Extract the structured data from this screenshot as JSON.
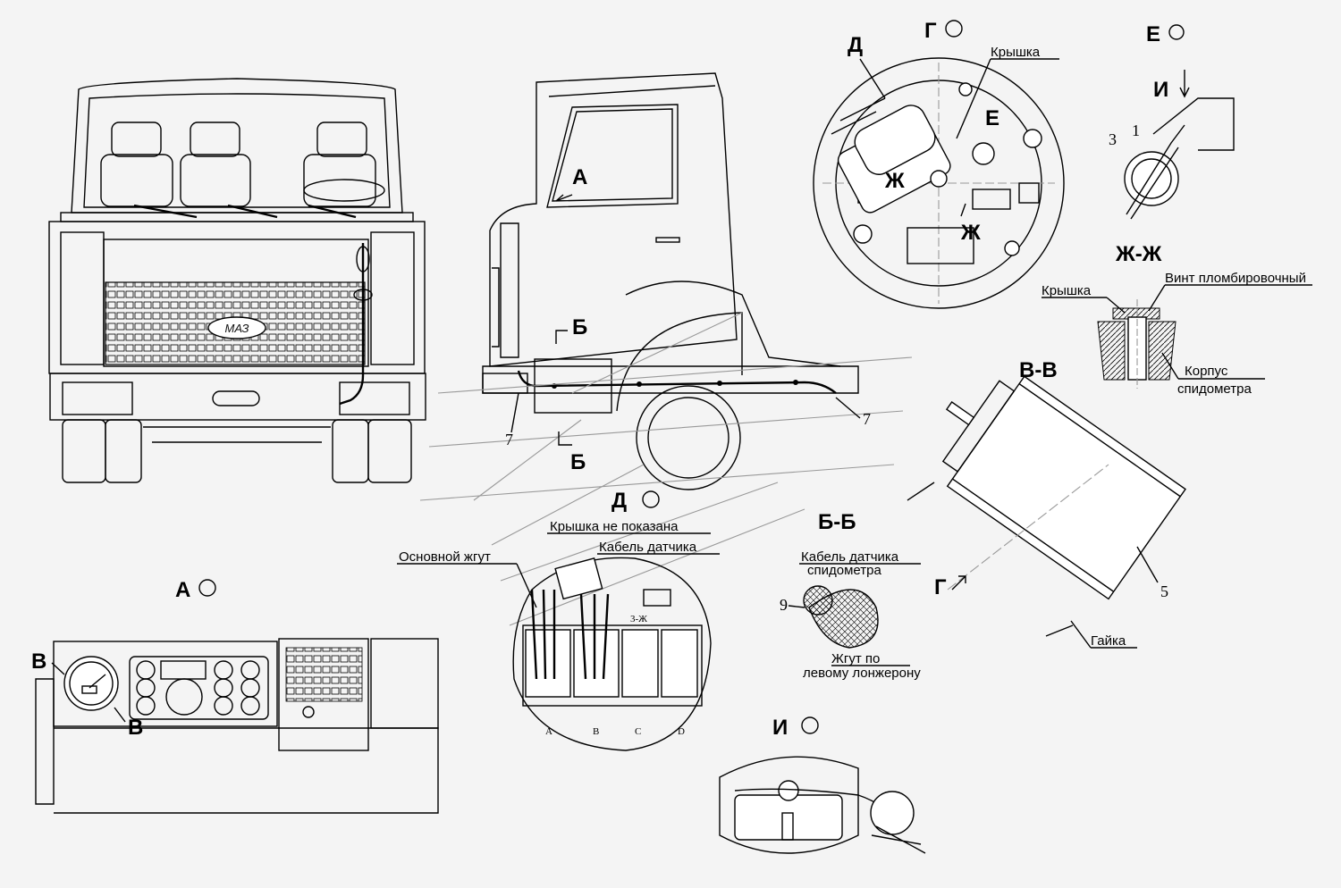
{
  "views": {
    "front_view": {
      "brand": "МАЗ"
    },
    "side_view": {
      "label_A": "А",
      "label_B": "Б",
      "label_B2": "Б",
      "num_7a": "7",
      "num_7b": "7"
    },
    "view_A": {
      "title": "А",
      "label_V1": "В",
      "label_V2": "В"
    },
    "view_G": {
      "title": "Г",
      "label_D": "Д",
      "label_cover": "Крышка",
      "label_E": "Е",
      "label_Zh1": "Ж",
      "label_Zh2": "Ж"
    },
    "view_E": {
      "title": "Е",
      "label_I": "И",
      "num_1": "1",
      "num_3": "3"
    },
    "section_ZhZh": {
      "title": "Ж-Ж",
      "label_cover": "Крышка",
      "label_screw": "Винт пломбировочный",
      "label_body_1": "Корпус",
      "label_body_2": "спидометра"
    },
    "section_VV": {
      "title": "В-В",
      "label_G": "Г",
      "num_5": "5",
      "label_nut": "Гайка"
    },
    "view_D": {
      "title": "Д",
      "label_cover_not_shown": "Крышка не показана",
      "label_sensor_cable": "Кабель датчика",
      "label_main_harness": "Основной жгут",
      "conn_mark": "3-Ж",
      "conn_A": "A",
      "conn_B": "B",
      "conn_C": "C",
      "conn_D": "D"
    },
    "section_BB": {
      "title": "Б-Б",
      "label_cable_1": "Кабель датчика",
      "label_cable_2": "спидометра",
      "num_9": "9",
      "label_harness_1": "Жгут по",
      "label_harness_2": "левому лонжерону"
    },
    "view_I": {
      "title": "И"
    }
  }
}
